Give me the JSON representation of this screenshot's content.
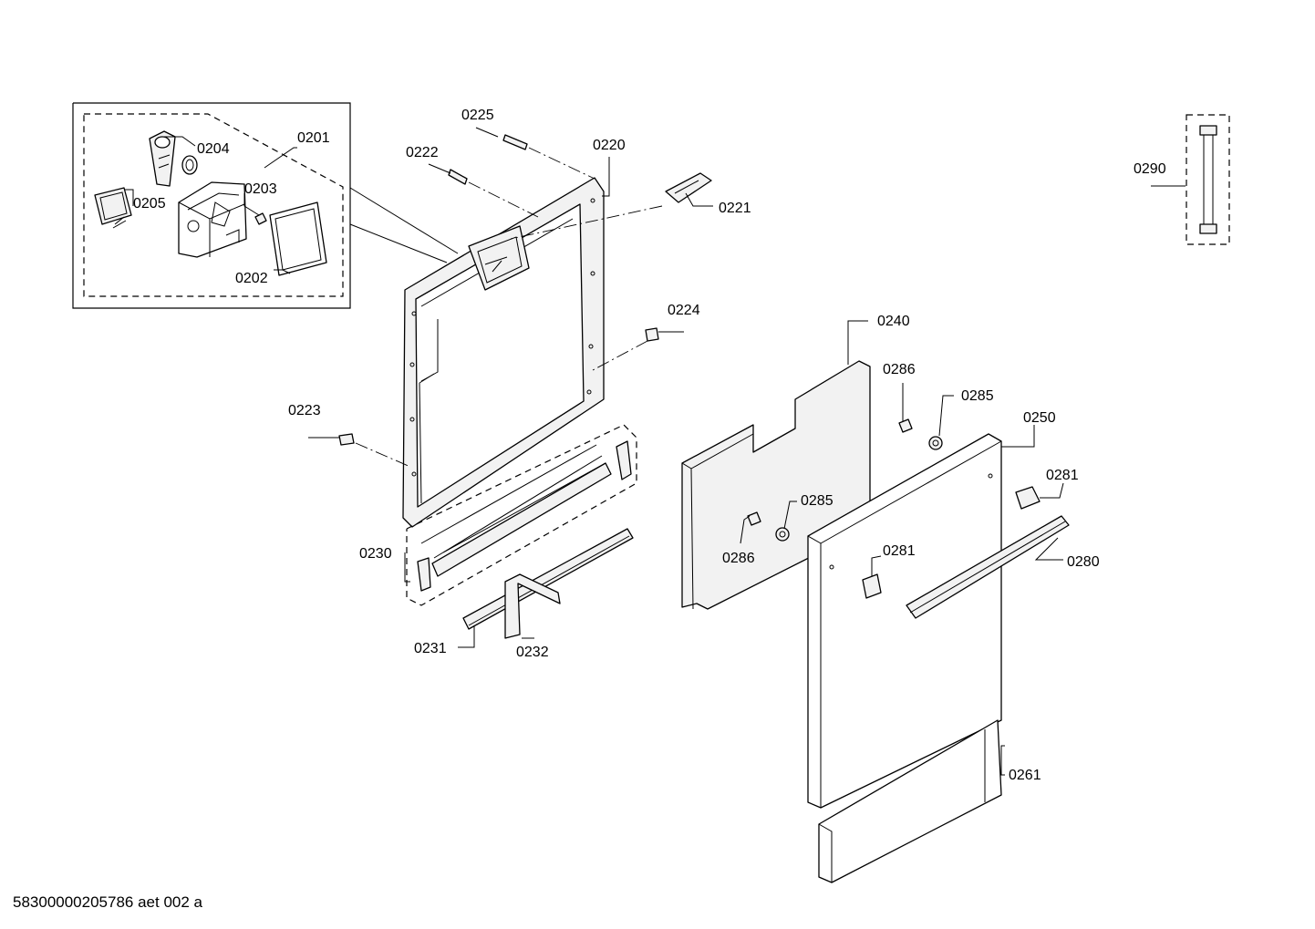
{
  "drawing_id": "58300000205786 aet 002 a",
  "callouts": {
    "p0201": "0201",
    "p0202": "0202",
    "p0203": "0203",
    "p0204": "0204",
    "p0205": "0205",
    "p0220": "0220",
    "p0221": "0221",
    "p0222": "0222",
    "p0223": "0223",
    "p0224": "0224",
    "p0225": "0225",
    "p0230": "0230",
    "p0231": "0231",
    "p0232": "0232",
    "p0240": "0240",
    "p0250": "0250",
    "p0261": "0261",
    "p0280": "0280",
    "p0281a": "0281",
    "p0281b": "0281",
    "p0285a": "0285",
    "p0285b": "0285",
    "p0286a": "0286",
    "p0286b": "0286",
    "p0290": "0290"
  }
}
